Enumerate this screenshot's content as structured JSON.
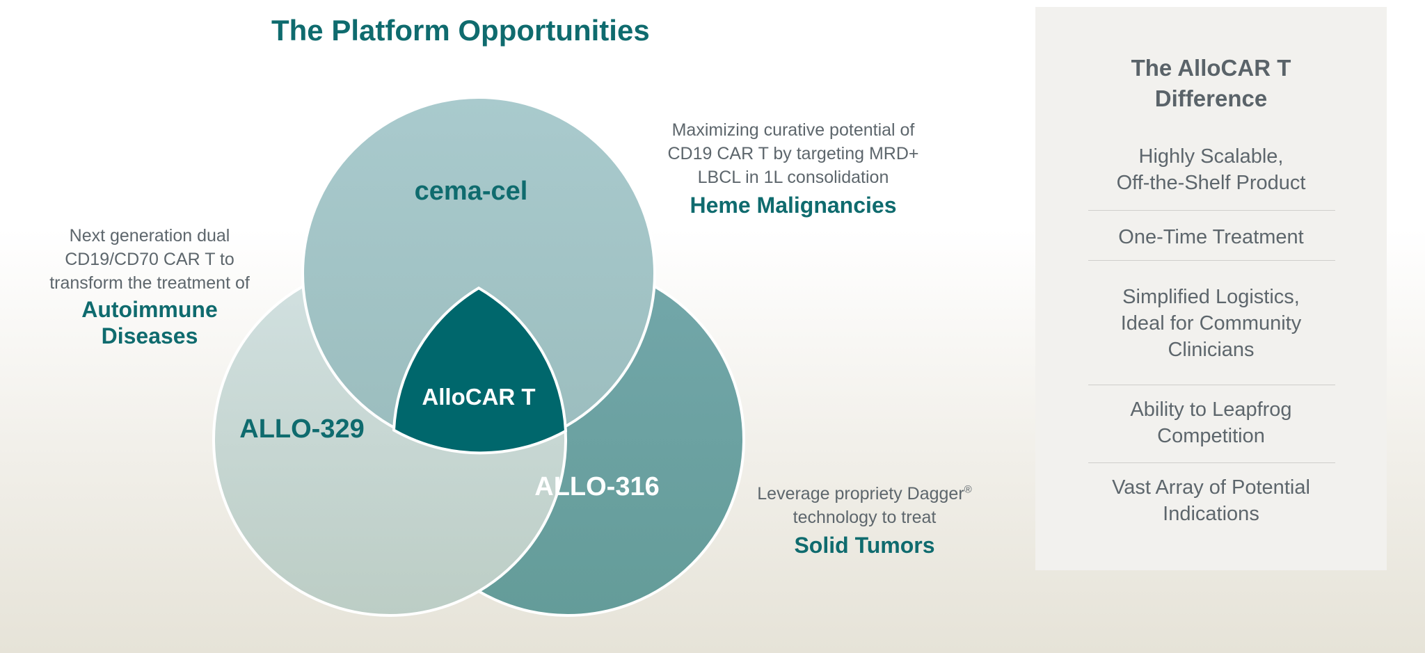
{
  "title": "The Platform Opportunities",
  "venn": {
    "circles": {
      "top": {
        "label": "cema-cel",
        "fill_start": "#a9cacd",
        "fill_end": "#9bbdbe"
      },
      "left": {
        "label": "ALLO-329",
        "fill_start": "#d2e1e1",
        "fill_end": "#bccdc5"
      },
      "right": {
        "label": "ALLO-316",
        "fill_start": "#73a7aa",
        "fill_end": "#649c99"
      }
    },
    "center": {
      "label": "AlloCAR T",
      "fill": "#00676c"
    }
  },
  "captions": {
    "heme": {
      "lines": [
        "Maximizing curative potential of",
        "CD19 CAR T by targeting MRD+",
        "LBCL in 1L consolidation"
      ],
      "heading": "Heme Malignancies"
    },
    "autoimmune": {
      "lines": [
        "Next generation dual",
        "CD19/CD70 CAR T to",
        "transform the treatment of"
      ],
      "heading_lines": [
        "Autoimmune",
        "Diseases"
      ]
    },
    "solid": {
      "line1": "Leverage propriety Dagger",
      "line1_sup": "®",
      "line2": "technology to treat",
      "heading": "Solid Tumors"
    }
  },
  "panel": {
    "title_lines": [
      "The AlloCAR T",
      "Difference"
    ],
    "items": [
      {
        "lines": [
          "Highly Scalable,",
          "Off-the-Shelf Product"
        ]
      },
      {
        "lines": [
          "One-Time Treatment"
        ]
      },
      {
        "lines": [
          "Simplified Logistics,",
          "Ideal for Community",
          "Clinicians"
        ]
      },
      {
        "lines": [
          "Ability to Leapfrog",
          "Competition"
        ]
      },
      {
        "lines": [
          "Vast Array of Potential",
          "Indications"
        ]
      }
    ]
  }
}
